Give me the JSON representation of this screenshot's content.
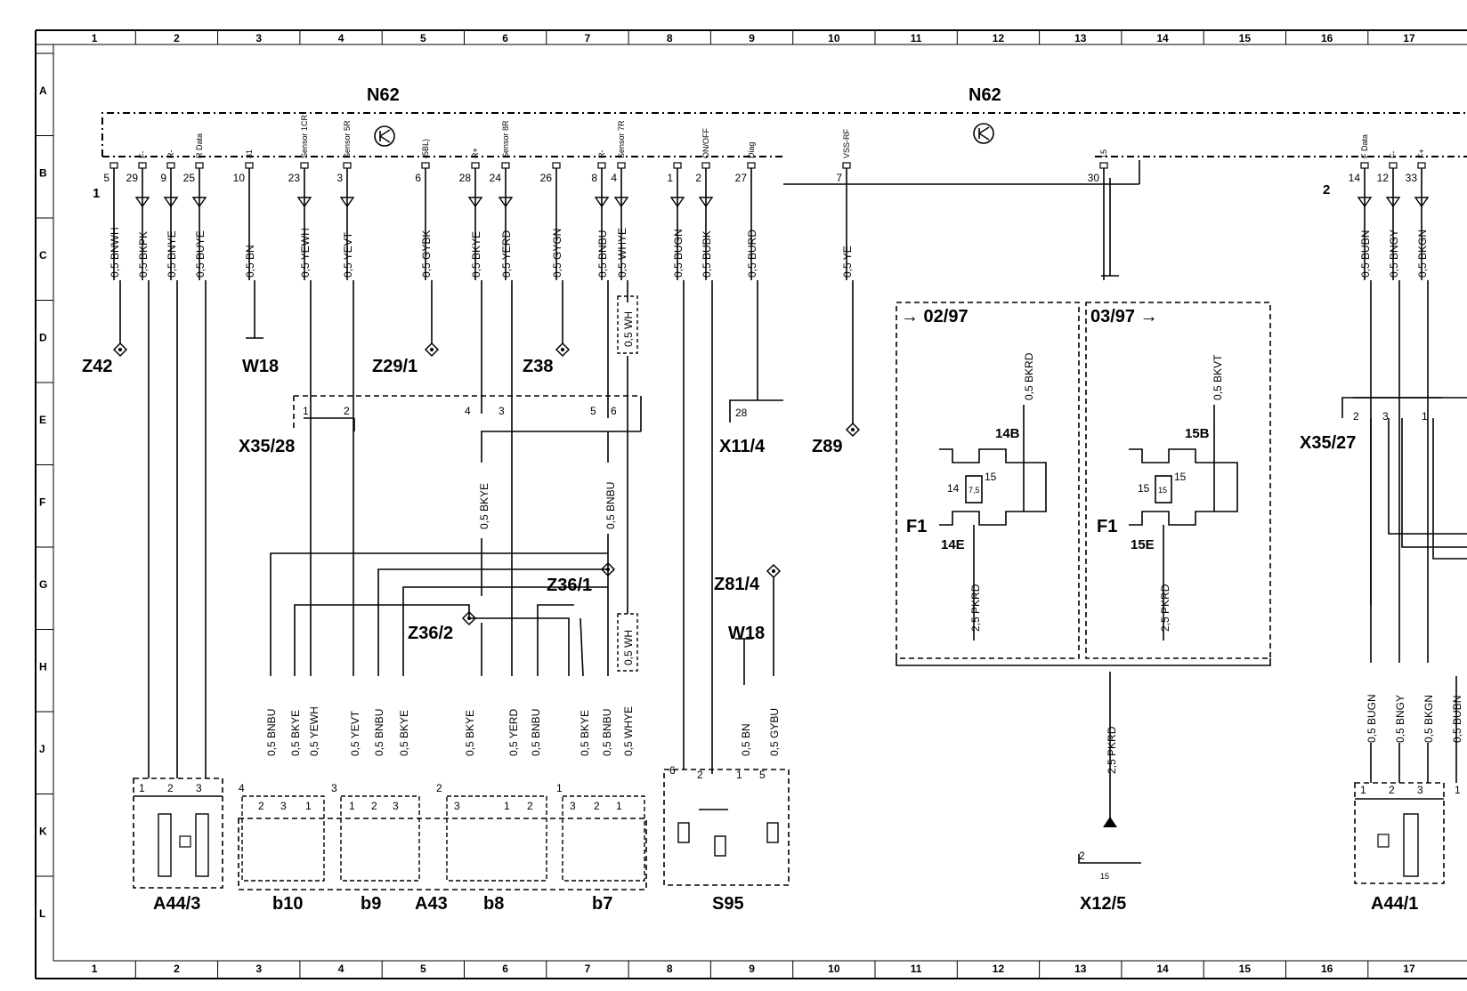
{
  "grid": {
    "columns": [
      "1",
      "2",
      "3",
      "4",
      "5",
      "6",
      "7",
      "8",
      "9",
      "10",
      "11",
      "12",
      "13",
      "14",
      "15",
      "16",
      "17"
    ],
    "rows": [
      "A",
      "B",
      "C",
      "D",
      "E",
      "F",
      "G",
      "H",
      "J",
      "K",
      "L"
    ]
  },
  "modules": {
    "n62_left": "N62",
    "n62_right": "N62"
  },
  "pins_left": [
    {
      "pin": "5",
      "label": "",
      "wire": "0,5 BNWH",
      "arrow": false
    },
    {
      "pin": "29",
      "label": "F-",
      "wire": "0,5 BKPK",
      "arrow": true
    },
    {
      "pin": "9",
      "label": "R-",
      "wire": "0,5 BNYE",
      "arrow": true
    },
    {
      "pin": "25",
      "label": "R Data",
      "wire": "0,5 BUYE",
      "arrow": true
    },
    {
      "pin": "10",
      "label": "31",
      "wire": "0,5 BN",
      "arrow": false
    },
    {
      "pin": "23",
      "label": "Sensor 1CR",
      "wire": "0,5 YEWH",
      "arrow": true
    },
    {
      "pin": "3",
      "label": "Sensor 5R",
      "wire": "0,5 YEVT",
      "arrow": true
    },
    {
      "pin": "6",
      "label": "(5BL)",
      "wire": "0,5 GYBK",
      "arrow": false
    },
    {
      "pin": "28",
      "label": "R+",
      "wire": "0,5 BKYE",
      "arrow": true
    },
    {
      "pin": "24",
      "label": "Sensor 8R",
      "wire": "0,5 YERD",
      "arrow": true
    },
    {
      "pin": "26",
      "label": "",
      "wire": "0,5 GYGN",
      "arrow": false
    },
    {
      "pin": "8",
      "label": "R-",
      "wire": "0,5 BNBU",
      "arrow": true
    },
    {
      "pin": "4",
      "label": "Sensor 7R",
      "wire": "0,5 WHYE",
      "arrow": true
    },
    {
      "pin": "1",
      "label": "",
      "wire": "0,5 BUGN",
      "arrow": true
    },
    {
      "pin": "2",
      "label": "ON/OFF",
      "wire": "0,5 BUBK",
      "arrow": true
    },
    {
      "pin": "27",
      "label": "Diag",
      "wire": "0,5 BURD",
      "arrow": false
    },
    {
      "pin": "7",
      "label": "VSS-RF",
      "wire": "0,5 YE",
      "arrow": false
    },
    {
      "pin": "30",
      "label": "15",
      "wire": "",
      "arrow": false
    }
  ],
  "pins_right": [
    {
      "pin": "14",
      "label": "F Data",
      "wire": "0,5 BUBN",
      "arrow": true
    },
    {
      "pin": "12",
      "label": "F-",
      "wire": "0,5 BNGY",
      "arrow": true
    },
    {
      "pin": "33",
      "label": "F+",
      "wire": "0,5 BKGN",
      "arrow": true
    }
  ],
  "connector_numbers": {
    "one": "1",
    "two": "2"
  },
  "extra_labels": {
    "wh": "0,5 WH"
  },
  "components": {
    "z42": "Z42",
    "w18": "W18",
    "z29": "Z29/1",
    "z38": "Z38",
    "x35_28": "X35/28",
    "x11_4": "X11/4",
    "z89": "Z89",
    "x35_27": "X35/27",
    "z36_1": "Z36/1",
    "z36_2": "Z36/2",
    "z81_4": "Z81/4",
    "w18b": "W18",
    "a44_3": "A44/3",
    "b10": "b10",
    "b9": "b9",
    "a43": "A43",
    "b8": "b8",
    "b7": "b7",
    "s95": "S95",
    "x12_5": "X12/5",
    "a44_1": "A44/1",
    "f1a": "F1",
    "f1b": "F1"
  },
  "fuse_blocks": {
    "left": {
      "date": "→ 02/97",
      "wire_top": "0,5 BKRD",
      "terminal_top": "14B",
      "terminal_bottom": "14E",
      "fuse_no": "14",
      "rating": "7,5",
      "side": "15",
      "wire_bottom": "2,5 PKRD"
    },
    "right": {
      "date": "03/97 →",
      "wire_top": "0,5 BKVT",
      "terminal_top": "15B",
      "terminal_bottom": "15E",
      "fuse_no": "15",
      "rating": "15",
      "side": "15",
      "wire_bottom": "2,5 PKRD"
    },
    "feed": "2,5 PKRD"
  },
  "bottom_wires": {
    "b10": [
      "0,5 BNBU",
      "0,5 BKYE",
      "0,5 YEWH"
    ],
    "b9": [
      "0,5 YEVT",
      "0,5 BNBU",
      "0,5 BKYE"
    ],
    "b8": [
      "0,5 BKYE",
      "0,5 YERD",
      "0,5 BNBU"
    ],
    "b7": [
      "0,5 BKYE",
      "0,5 BNBU",
      "0,5 WHYE"
    ],
    "s95": [
      "0,5 BN",
      "0,5 GYBU"
    ],
    "a44_1": [
      "0,5 BUGN",
      "0,5 BNGY",
      "0,5 BKGN",
      "0,5 BUBN"
    ],
    "wh_lower": "0,5 WH"
  },
  "connector_pins": {
    "x35_28": [
      "1",
      "2",
      "4",
      "3",
      "5",
      "6"
    ],
    "x11_4": "28",
    "x35_27": [
      "2",
      "3",
      "1"
    ],
    "a44_3": [
      "1",
      "2",
      "3"
    ],
    "b10": [
      "4",
      "2",
      "3",
      "1"
    ],
    "b9": [
      "3",
      "1",
      "2",
      "3"
    ],
    "b8": [
      "2",
      "3",
      "1",
      "2"
    ],
    "b7": [
      "1",
      "3",
      "2",
      "1"
    ],
    "s95": [
      "6",
      "2",
      "1",
      "5"
    ],
    "x12_5": [
      "2",
      "15"
    ],
    "a44_1": [
      "1",
      "2",
      "3",
      "1"
    ]
  }
}
